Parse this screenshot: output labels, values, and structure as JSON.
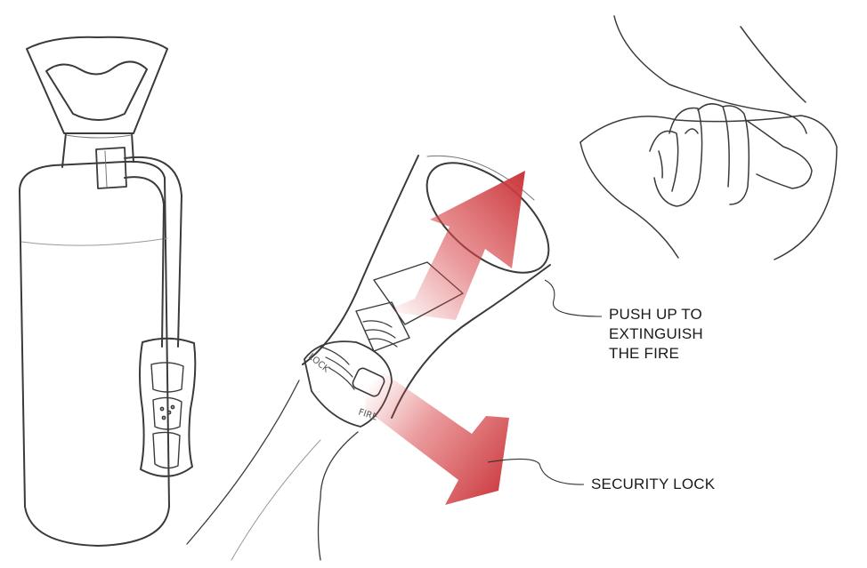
{
  "annotations": {
    "push_up": [
      "PUSH UP TO",
      "EXTINGUISH",
      "THE FIRE"
    ],
    "security_lock": "SECURITY LOCK"
  },
  "switch_marks": {
    "lock": "LOCK",
    "fire": "FIRE"
  },
  "colors": {
    "arrow": "#c9383d",
    "sketch_line": "#3a3a3a",
    "background": "#ffffff"
  }
}
